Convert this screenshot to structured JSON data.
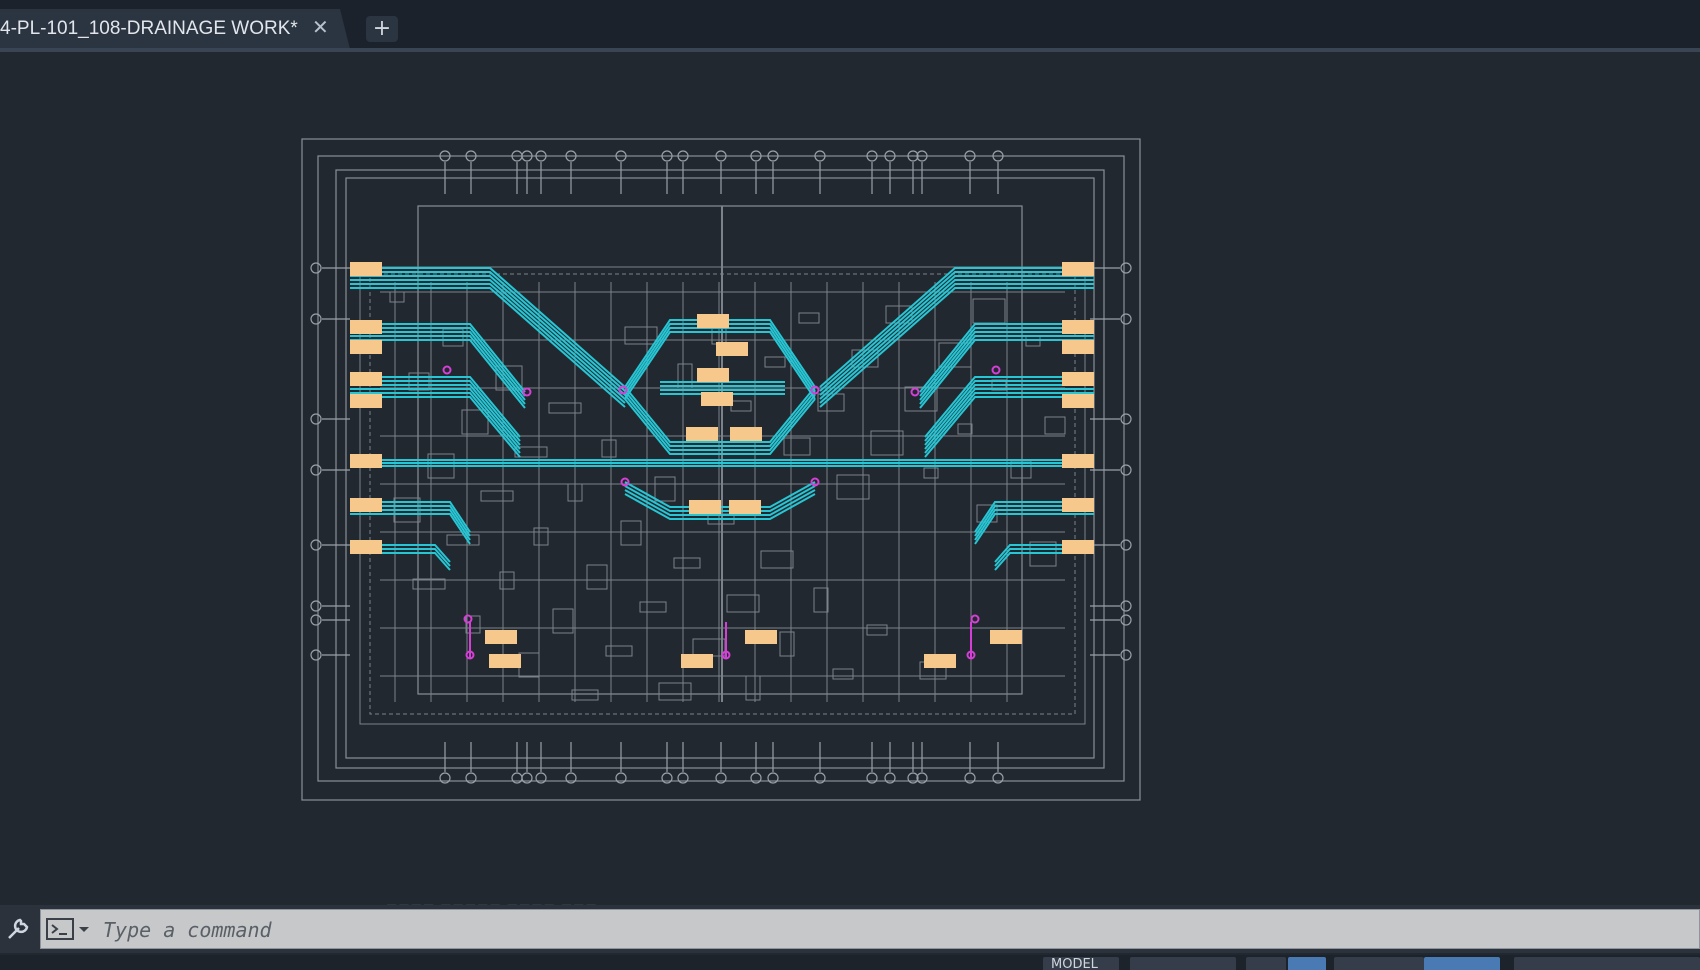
{
  "tabs": [
    {
      "title": "4-PL-101_108-DRAINAGE WORK*",
      "close_icon": "close-icon"
    }
  ],
  "new_tab_label": "+",
  "command_line": {
    "placeholder": "Type a command",
    "value": ""
  },
  "statusbar": {
    "model_label": "MODEL"
  },
  "colors": {
    "background": "#212830",
    "linework": "#8a8f96",
    "pipes": "#27c6d4",
    "labels": "#f6c88c",
    "fittings": "#d63fd6"
  },
  "icons": [
    "close-icon",
    "plus-icon",
    "wrench-icon",
    "command-prompt-icon",
    "chevron-down-icon",
    "grid-icon",
    "snap-icon",
    "ortho-icon",
    "polar-icon",
    "osnap-icon"
  ]
}
